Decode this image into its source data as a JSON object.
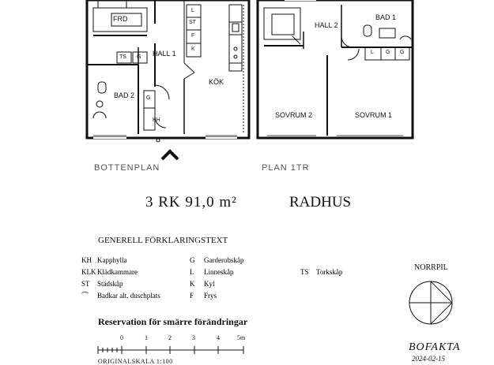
{
  "plan": {
    "ground_floor_label": "BOTTENPLAN",
    "upper_floor_label": "PLAN 1TR",
    "rooms_ground": {
      "frd": "FRD",
      "hall": "HALL 1",
      "kitchen": "KÖK",
      "bath": "BAD 2",
      "ts": "TS",
      "g_top": "G",
      "g_side": "G",
      "kh": "KH",
      "col_l": "L",
      "col_st": "ST",
      "col_f": "F",
      "col_k": "K"
    },
    "rooms_upper": {
      "hall": "HALL 2",
      "bath": "BAD 1",
      "bedroom2": "SOVRUM 2",
      "bedroom1": "SOVRUM 1",
      "l": "L",
      "g1": "G",
      "g2": "G"
    }
  },
  "summary": {
    "rooms_area": "3 RK 91,0 m²",
    "type": "RADHUS"
  },
  "legend": {
    "title": "GENERELL FÖRKLARINGSTEXT",
    "col1": [
      {
        "code": "KH",
        "text": "Kapphylla"
      },
      {
        "code": "KLK",
        "text": "Klädkammare"
      },
      {
        "code": "ST",
        "text": "Städskåp"
      },
      {
        "code": "",
        "text": "Badkar alt. duschplats"
      }
    ],
    "col2": [
      {
        "code": "G",
        "text": "Garderobskåp"
      },
      {
        "code": "L",
        "text": "Linneskåp"
      },
      {
        "code": "K",
        "text": "Kyl"
      },
      {
        "code": "F",
        "text": "Frys"
      }
    ],
    "col3": [
      {
        "code": "TS",
        "text": "Torkskåp"
      }
    ]
  },
  "north": {
    "label": "NORRPIL"
  },
  "reservation": "Reservation för smärre förändringar",
  "scale": {
    "ticks": [
      "0",
      "1",
      "2",
      "3",
      "4",
      "5m"
    ],
    "caption": "ORIGINALSKALA 1:100"
  },
  "brand": {
    "name": "BOFAKTA",
    "date": "2024-02-15"
  }
}
